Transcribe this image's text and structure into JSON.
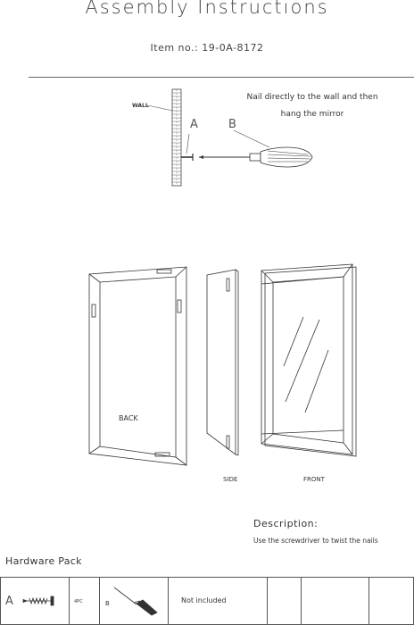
{
  "header": {
    "title": "Assembly Instructions",
    "item_no": "Item no.: 19-0A-8172"
  },
  "diagram": {
    "wall_label": "WALL",
    "part_a_label": "A",
    "part_b_label": "B",
    "instruction": "Nail directly to the wall and then hang the mirror"
  },
  "views": {
    "back_label": "BACK",
    "side_label": "SIDE",
    "front_label": "FRONT"
  },
  "description": {
    "heading": "Description:",
    "text": "Use the screwdriver to twist the nails"
  },
  "hardware": {
    "heading": "Hardware Pack",
    "part_a": "A",
    "part_a_qty": "4PC",
    "part_b": "B",
    "part_b_note": "Not included"
  }
}
